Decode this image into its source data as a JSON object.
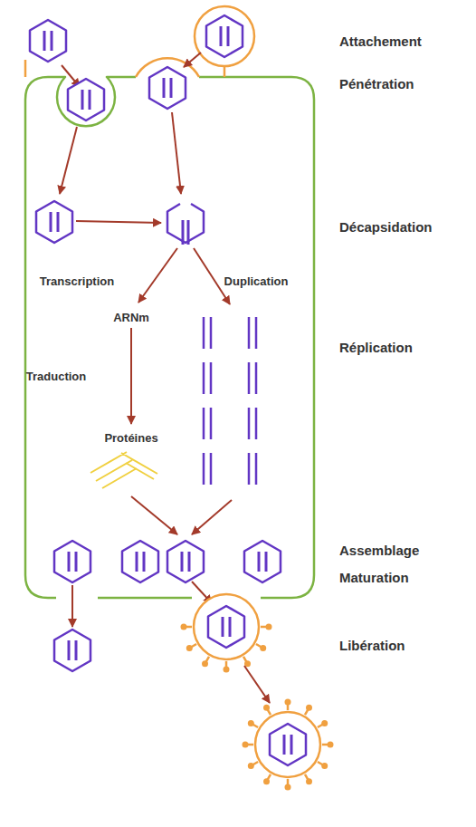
{
  "diagram": {
    "labels": [
      "Attachement",
      "Pénétration",
      "Décapsidation",
      "Transcription",
      "Duplication",
      "ARNm",
      "Réplication",
      "Traduction",
      "Protéines",
      "Assemblage",
      "Maturation",
      "Libération"
    ]
  }
}
